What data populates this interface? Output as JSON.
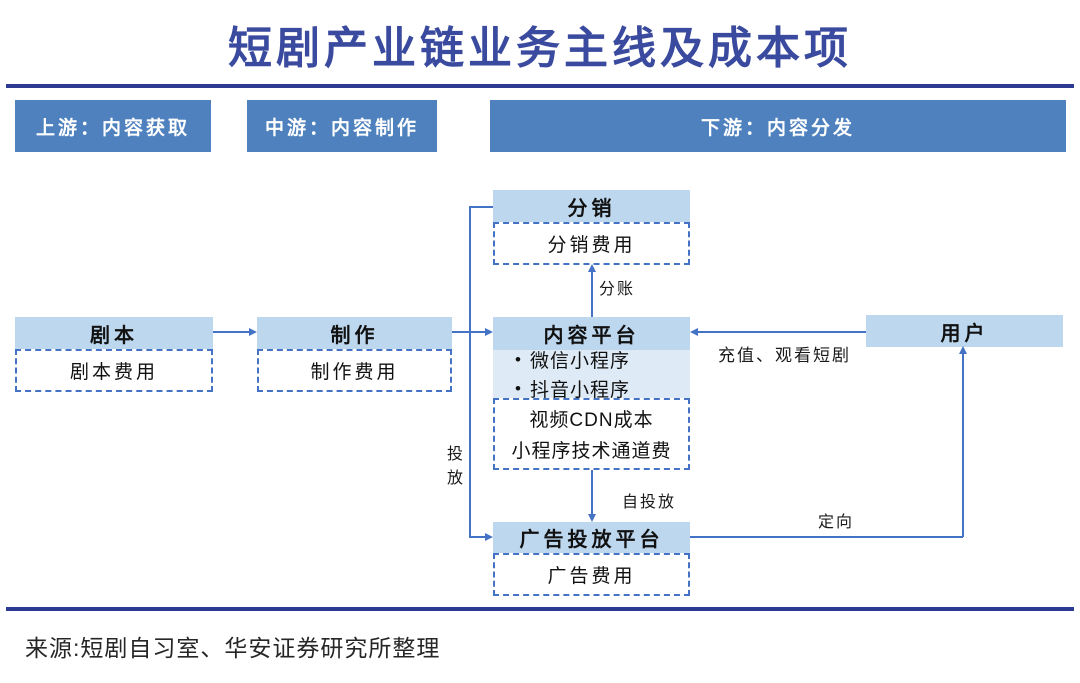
{
  "title": "短剧产业链业务主线及成本项",
  "stages": [
    {
      "label": "上游：内容获取"
    },
    {
      "label": "中游：内容制作"
    },
    {
      "label": "下游：内容分发"
    }
  ],
  "nodes": {
    "script": {
      "title": "剧本",
      "cost": "剧本费用"
    },
    "production": {
      "title": "制作",
      "cost": "制作费用"
    },
    "distribution": {
      "title": "分销",
      "cost": "分销费用"
    },
    "platform": {
      "title": "内容平台",
      "bullet_char": "•",
      "bullets": [
        "微信小程序",
        "抖音小程序"
      ],
      "costs": [
        "视频CDN成本",
        "小程序技术通道费"
      ]
    },
    "ad_platform": {
      "title": "广告投放平台",
      "cost": "广告费用"
    },
    "user": {
      "title": "用户"
    }
  },
  "edge_labels": {
    "split": "分账",
    "recharge_watch": "充值、观看短剧",
    "placement": "投放",
    "self_placement": "自投放",
    "targeting": "定向"
  },
  "source": "来源:短剧自习室、华安证券研究所整理",
  "colors": {
    "stage_header_bg": "#4e81bd",
    "node_bg": "#bdd7ee",
    "node_bg_light": "#deeaf6",
    "dashed_border": "#4472c4",
    "connector": "#4472c4",
    "title_text": "#3a4a9e",
    "rule": "#2d3a92"
  }
}
